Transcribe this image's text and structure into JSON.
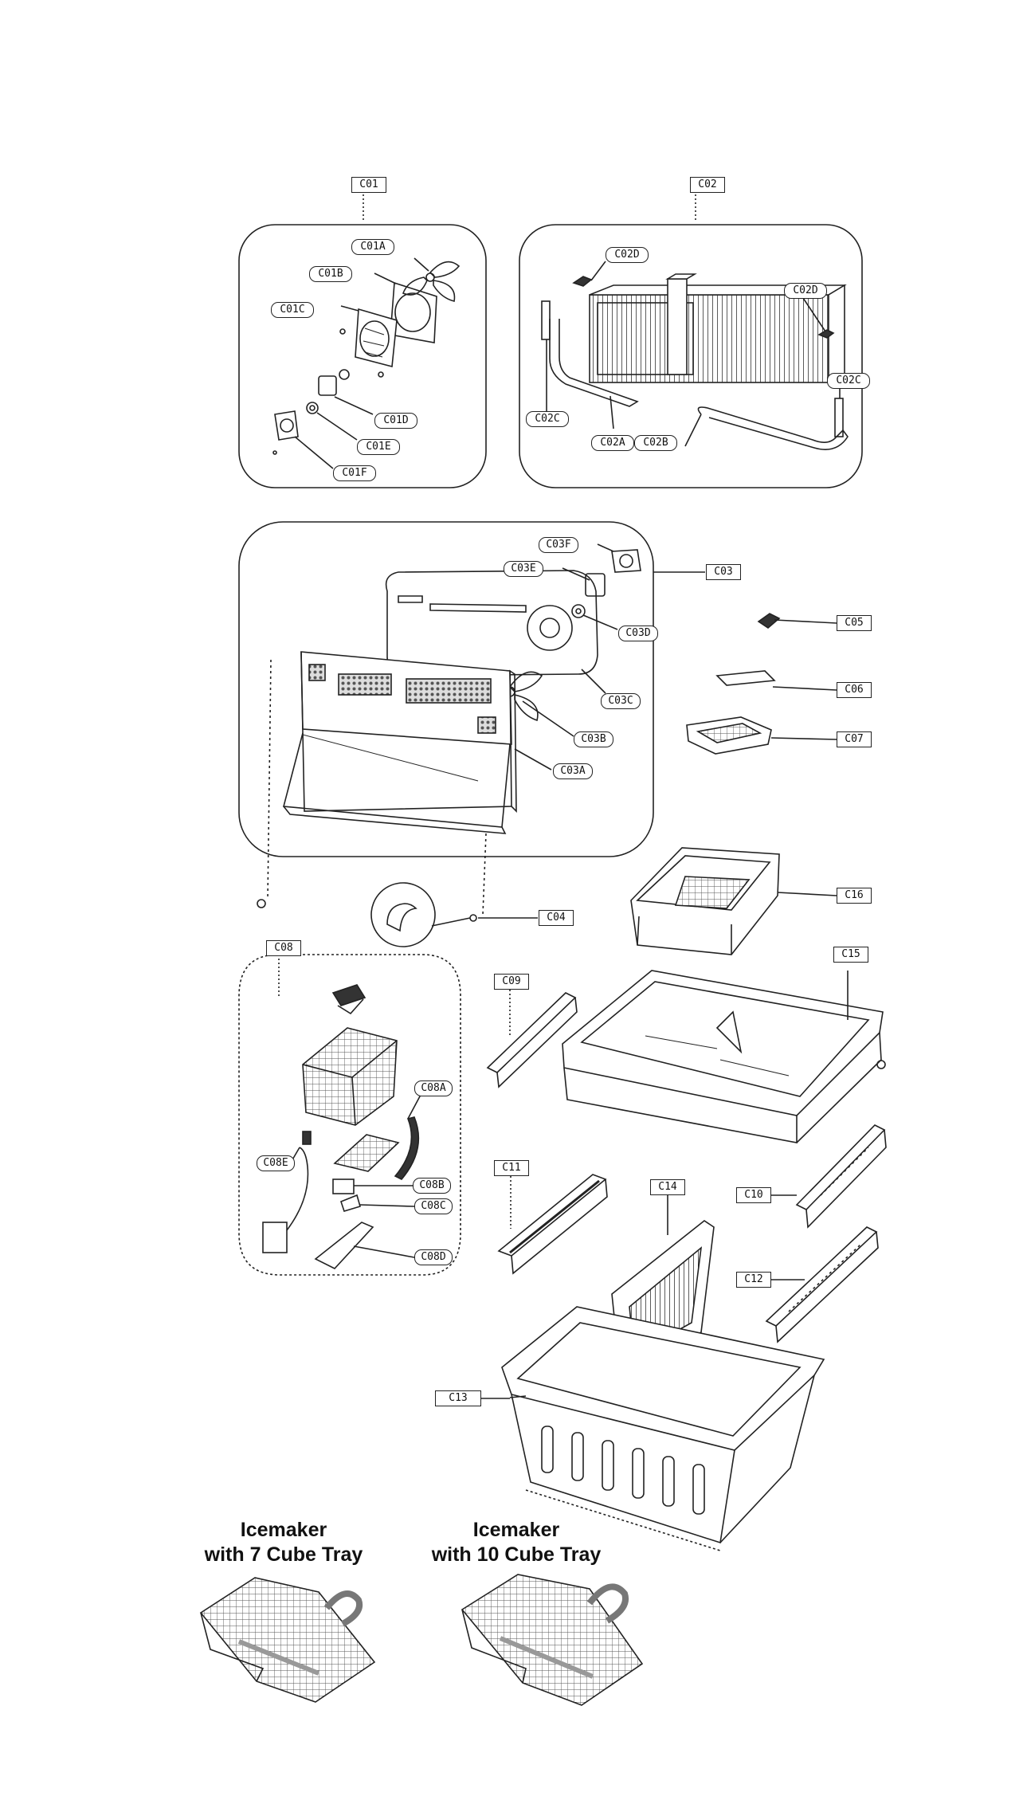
{
  "labels": {
    "C01": "C01",
    "C01A": "C01A",
    "C01B": "C01B",
    "C01C": "C01C",
    "C01D": "C01D",
    "C01E": "C01E",
    "C01F": "C01F",
    "C02": "C02",
    "C02D_a": "C02D",
    "C02D_b": "C02D",
    "C02C_a": "C02C",
    "C02C_b": "C02C",
    "C02A": "C02A",
    "C02B": "C02B",
    "C03": "C03",
    "C03F": "C03F",
    "C03E": "C03E",
    "C03D": "C03D",
    "C03C": "C03C",
    "C03B": "C03B",
    "C03A": "C03A",
    "C04": "C04",
    "C05": "C05",
    "C06": "C06",
    "C07": "C07",
    "C08": "C08",
    "C08A": "C08A",
    "C08B": "C08B",
    "C08C": "C08C",
    "C08D": "C08D",
    "C08E": "C08E",
    "C09": "C09",
    "C10": "C10",
    "C11": "C11",
    "C12": "C12",
    "C13": "C13",
    "C14": "C14",
    "C15": "C15",
    "C16": "C16"
  },
  "variants": {
    "seven": {
      "line1": "Icemaker",
      "line2": "with 7 Cube Tray"
    },
    "ten": {
      "line1": "Icemaker",
      "line2": "with 10 Cube Tray"
    }
  },
  "colors": {
    "ink": "#222222",
    "paper": "#ffffff",
    "shade": "#9a9a9a"
  }
}
